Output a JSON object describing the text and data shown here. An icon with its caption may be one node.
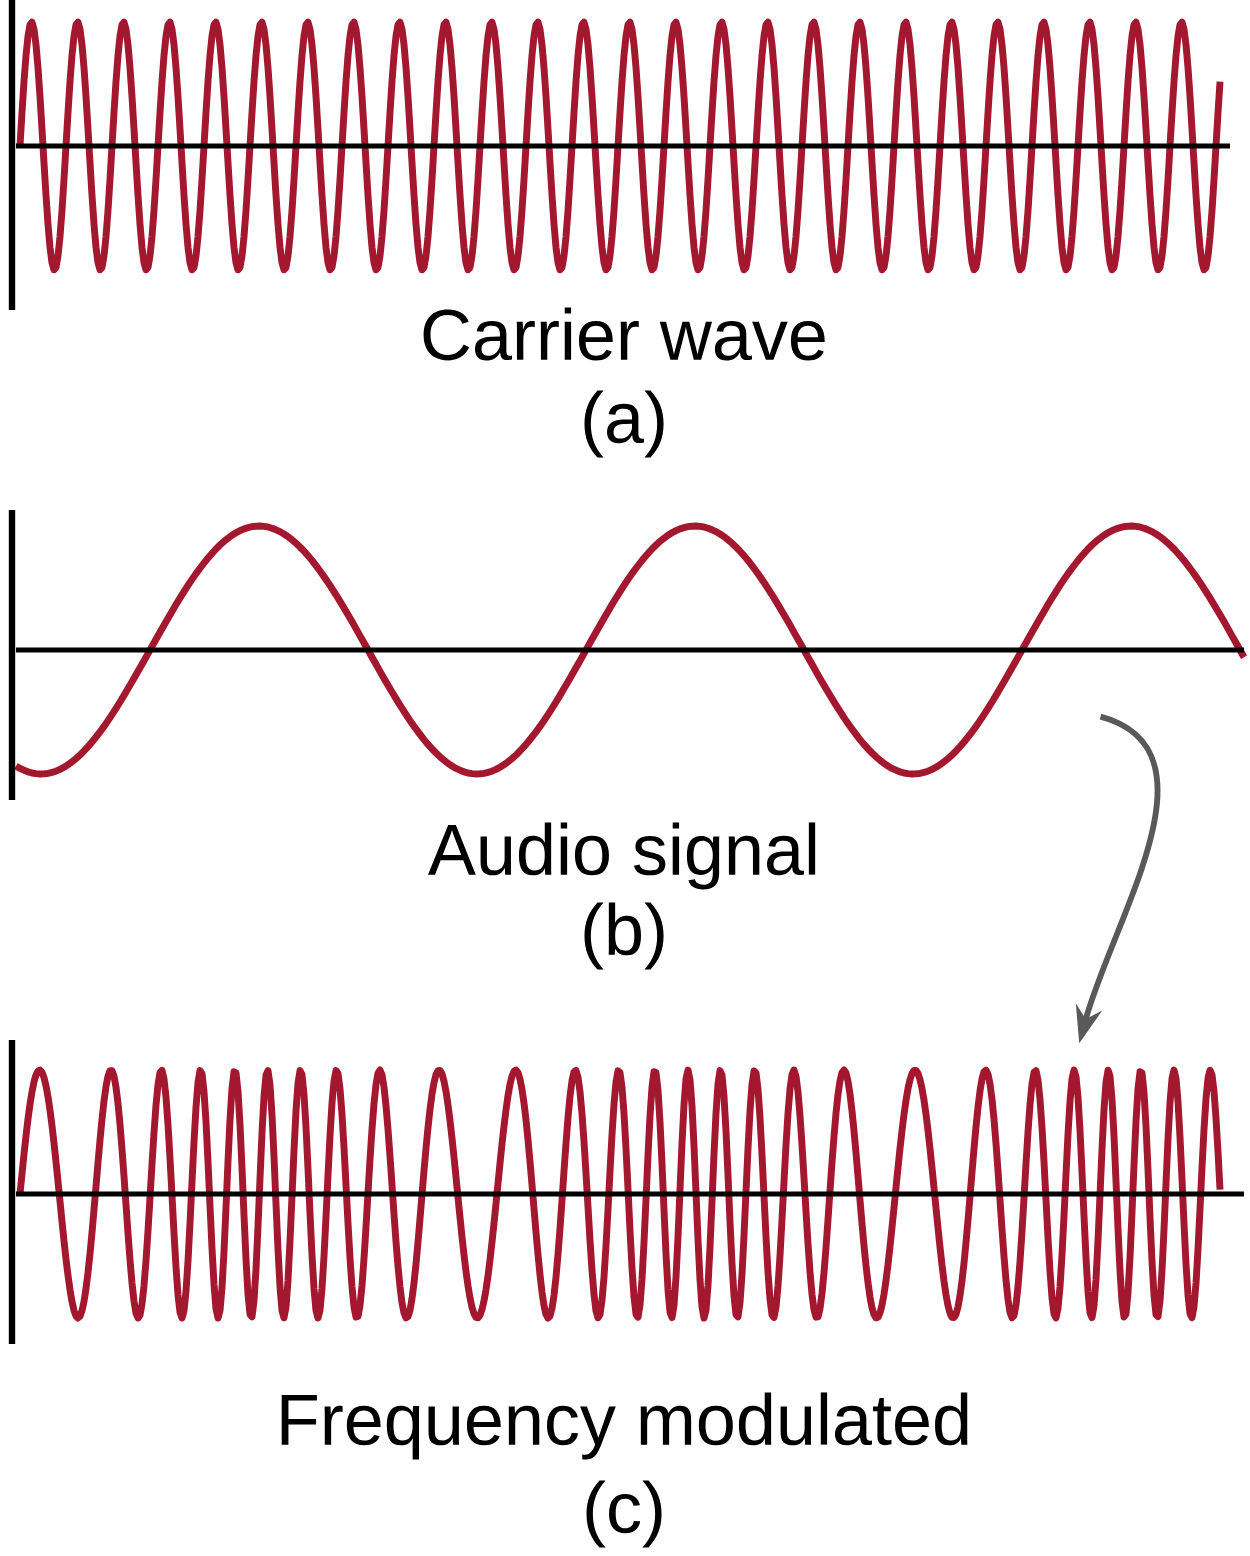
{
  "diagram": {
    "nodes": [
      {
        "text": [],
        "shape": "picture",
        "beside": [
          "Carrier wave",
          "(a)"
        ]
      },
      {
        "text": [],
        "shape": "picture",
        "beside": [
          "Audio signal",
          "(b)"
        ]
      },
      {
        "text": [],
        "shape": "picture",
        "beside": [
          "Frequency modulated",
          "(c)"
        ]
      }
    ],
    "edges": [
      {
        "from": 1,
        "to": 2,
        "arrow": "to"
      }
    ]
  }
}
